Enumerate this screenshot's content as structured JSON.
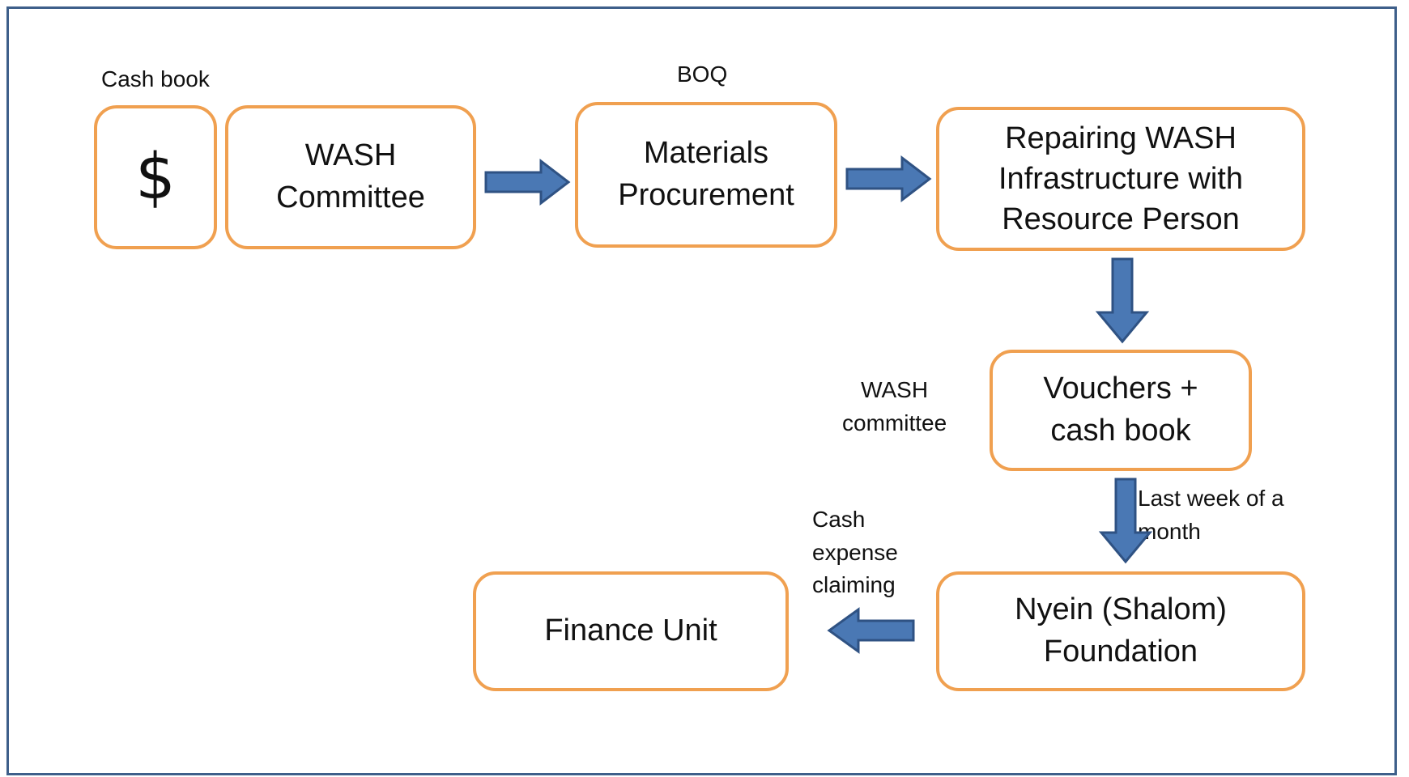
{
  "colors": {
    "border": "#3e5f8a",
    "box_outline": "#f0a050",
    "arrow_fill": "#4a78b4",
    "arrow_outline": "#2f5283"
  },
  "nodes": {
    "dollar": {
      "text": "$"
    },
    "wash_committee": {
      "text": "WASH\nCommittee"
    },
    "materials_procurement": {
      "text": "Materials\nProcurement"
    },
    "repairing": {
      "text": "Repairing WASH\nInfrastructure with\nResource Person"
    },
    "vouchers": {
      "text": "Vouchers +\ncash book"
    },
    "nyein": {
      "text": "Nyein (Shalom)\nFoundation"
    },
    "finance": {
      "text": "Finance Unit"
    }
  },
  "labels": {
    "cash_book": "Cash book",
    "boq": "BOQ",
    "wash_committee": "WASH\ncommittee",
    "last_week": "Last week of a\nmonth",
    "cash_expense": "Cash\nexpense\nclaiming"
  },
  "connectors": [
    {
      "from": "WASH\nCommittee",
      "to": "Materials\nProcurement",
      "direction": "right"
    },
    {
      "from": "Materials\nProcurement",
      "to": "Repairing WASH\nInfrastructure with\nResource Person",
      "direction": "right"
    },
    {
      "from": "Repairing WASH\nInfrastructure with\nResource Person",
      "to": "Vouchers +\ncash book",
      "direction": "down"
    },
    {
      "from": "Vouchers +\ncash book",
      "to": "Nyein (Shalom)\nFoundation",
      "direction": "down"
    },
    {
      "from": "Nyein (Shalom)\nFoundation",
      "to": "Finance Unit",
      "direction": "left"
    }
  ]
}
